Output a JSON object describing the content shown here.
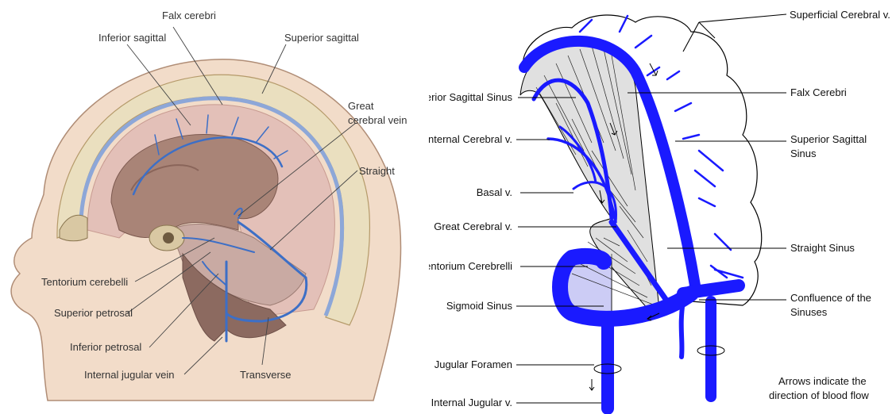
{
  "left_diagram": {
    "labels": {
      "falx_cerebri": "Falx cerebri",
      "inferior_sagittal": "Inferior sagittal",
      "superior_sagittal": "Superior sagittal",
      "great_cerebral_vein_line1": "Great",
      "great_cerebral_vein_line2": "cerebral vein",
      "straight": "Straight",
      "tentorium_cerebelli": "Tentorium cerebelli",
      "superior_petrosal": "Superior petrosal",
      "inferior_petrosal": "Inferior petrosal",
      "internal_jugular_vein": "Internal jugular vein",
      "transverse": "Transverse"
    },
    "colors": {
      "skin": "#f2dcc9",
      "bone": "#eadfbf",
      "vein": "#3d6fc6",
      "brain": "#a98477"
    }
  },
  "right_diagram": {
    "labels": {
      "superficial_cerebral_v": "Superficial Cerebral v.",
      "inferior_sagittal_sinus": "Inferior Sagittal Sinus",
      "falx_cerebri": "Falx Cerebri",
      "internal_cerebral_v": "Internal Cerebral v.",
      "superior_sagittal_sinus_line1": "Superior Sagittal",
      "superior_sagittal_sinus_line2": "Sinus",
      "basal_v": "Basal v.",
      "great_cerebral_v": "Great Cerebral v.",
      "straight_sinus": "Straight Sinus",
      "tentorium_cerebrelli": "Tentorium Cerebrelli",
      "confluence_line1": "Confluence of the",
      "confluence_line2": "Sinuses",
      "sigmoid_sinus": "Sigmoid Sinus",
      "jugular_foramen": "Jugular Foramen",
      "internal_jugular_v": "Internal Jugular v.",
      "note_line1": "Arrows indicate the",
      "note_line2": "direction of blood flow"
    },
    "colors": {
      "sinus": "#1a1aff",
      "falx_fill": "#e0e0e0",
      "tentorium_fill": "#ccccf5"
    }
  }
}
